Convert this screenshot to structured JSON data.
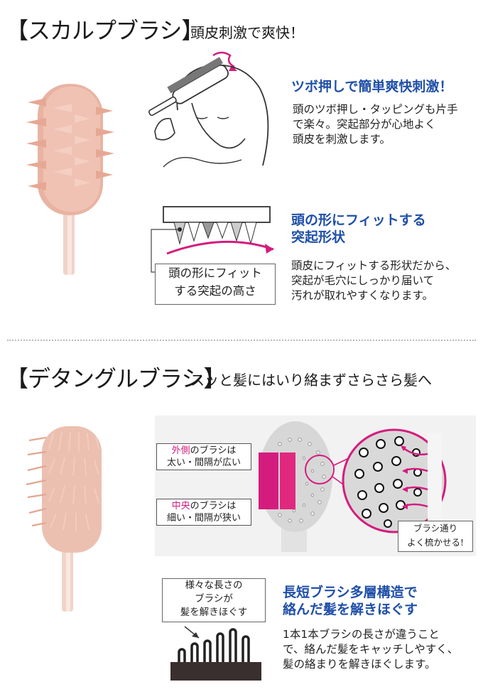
{
  "scalp": {
    "title": "【スカルプブラシ】",
    "subtitle": "頭皮刺激で爽快！",
    "feature1": {
      "heading": "ツボ押しで簡単爽快刺激！",
      "lines": [
        "頭のツボ押し・タッピングも片手",
        "で楽々。突起部分が心地よく",
        "頭皮を刺激します。"
      ]
    },
    "feature2": {
      "heading_lines": [
        "頭の形にフィットする",
        "突起形状"
      ],
      "diagram_label_lines": [
        "頭の形にフィット",
        "する突起の高さ"
      ],
      "lines": [
        "頭皮にフィットする形状だから、",
        "突起が毛穴にしっかり届いて",
        "汚れが取れやすくなります。"
      ]
    }
  },
  "detangle": {
    "title": "【デタングルブラシ】",
    "subtitle": "スッと髪にはいり絡まずさらさら髪へ",
    "outer_label": {
      "accent": "外側",
      "rest": "のブラシは",
      "line2": "太い・間隔が広い"
    },
    "center_label": {
      "accent": "中央",
      "rest": "のブラシは",
      "line2": "細い・間隔が狭い"
    },
    "callout_lines": [
      "ブラシ通り",
      "よく梳かせる!"
    ],
    "length_label_lines": [
      "様々な長さの",
      "ブラシが",
      "髪を解きほぐす"
    ],
    "feature": {
      "heading_lines": [
        "長短ブラシ多層構造で",
        "絡んだ髪を解きほぐす"
      ],
      "lines": [
        "1本1本ブラシの長さが違うこと",
        "で、絡んだ髪をキャッチしやすく、",
        "髪の絡まりを解きほぐします。"
      ]
    }
  },
  "colors": {
    "accent_blue": "#1f4fa8",
    "accent_magenta": "#d41c7e",
    "brush_pink": "#eab7a8"
  }
}
